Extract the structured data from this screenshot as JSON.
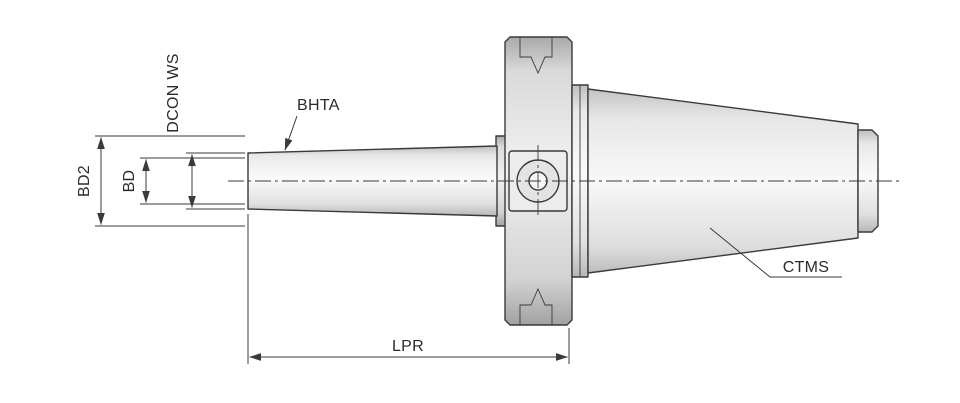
{
  "figure": {
    "labels": {
      "dcon_ws": "DCON WS",
      "bd2": "BD2",
      "bd": "BD",
      "bhta": "BHTA",
      "lpr": "LPR",
      "ctms": "CTMS"
    },
    "colors": {
      "background": "#ffffff",
      "line": "#3a3a3a",
      "text": "#2b2b2b",
      "fill_light": "#f7f7f7",
      "fill_mid": "#e3e3e3",
      "fill_dark": "#bdbdbd"
    }
  }
}
